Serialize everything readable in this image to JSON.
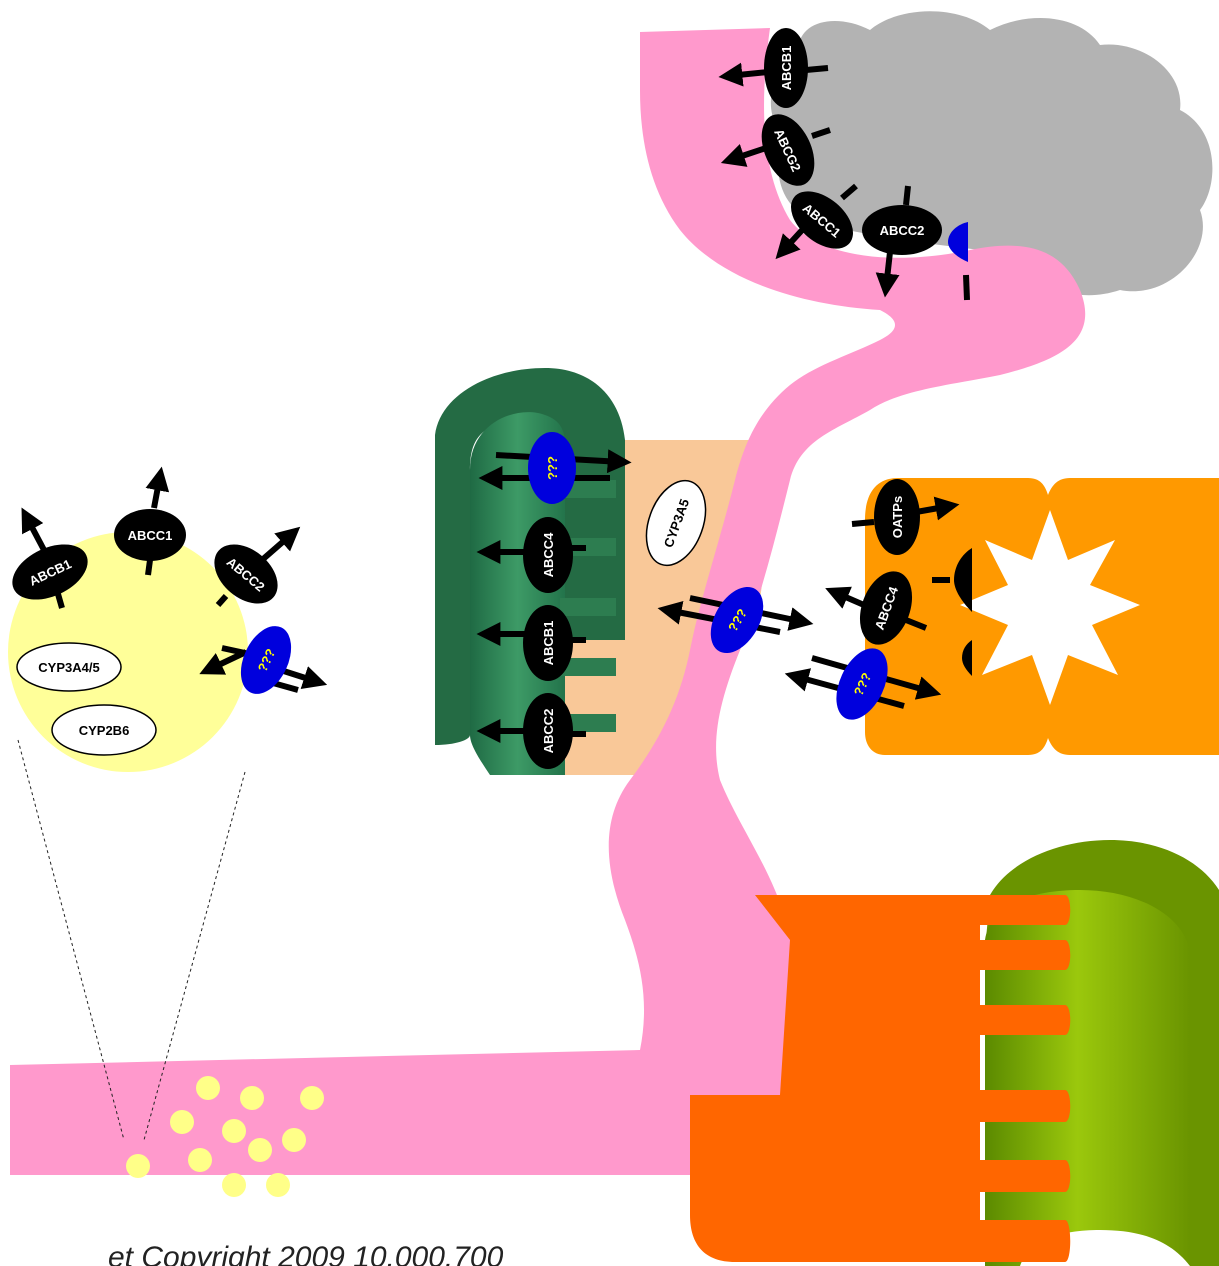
{
  "cells": {
    "lymphocyte": {
      "transporters": [
        "ABCB1",
        "ABCC1",
        "ABCC2"
      ],
      "unknown": "???",
      "enzymes": [
        "CYP3A4/5",
        "CYP2B6"
      ]
    },
    "tumor": {
      "transporters": [
        "ABCB1",
        "ABCG2",
        "ABCC1",
        "ABCC2"
      ]
    },
    "intestinal": {
      "transporters": [
        "ABCC4",
        "ABCB1",
        "ABCC2"
      ],
      "unknown": [
        "???",
        "???"
      ],
      "enzymes": [
        "CYP3A5"
      ]
    },
    "liver": {
      "transporters": [
        "OATPs",
        "ABCC4"
      ],
      "unknown": "???"
    }
  },
  "footer": "et Copyright 2009 10.000.700"
}
